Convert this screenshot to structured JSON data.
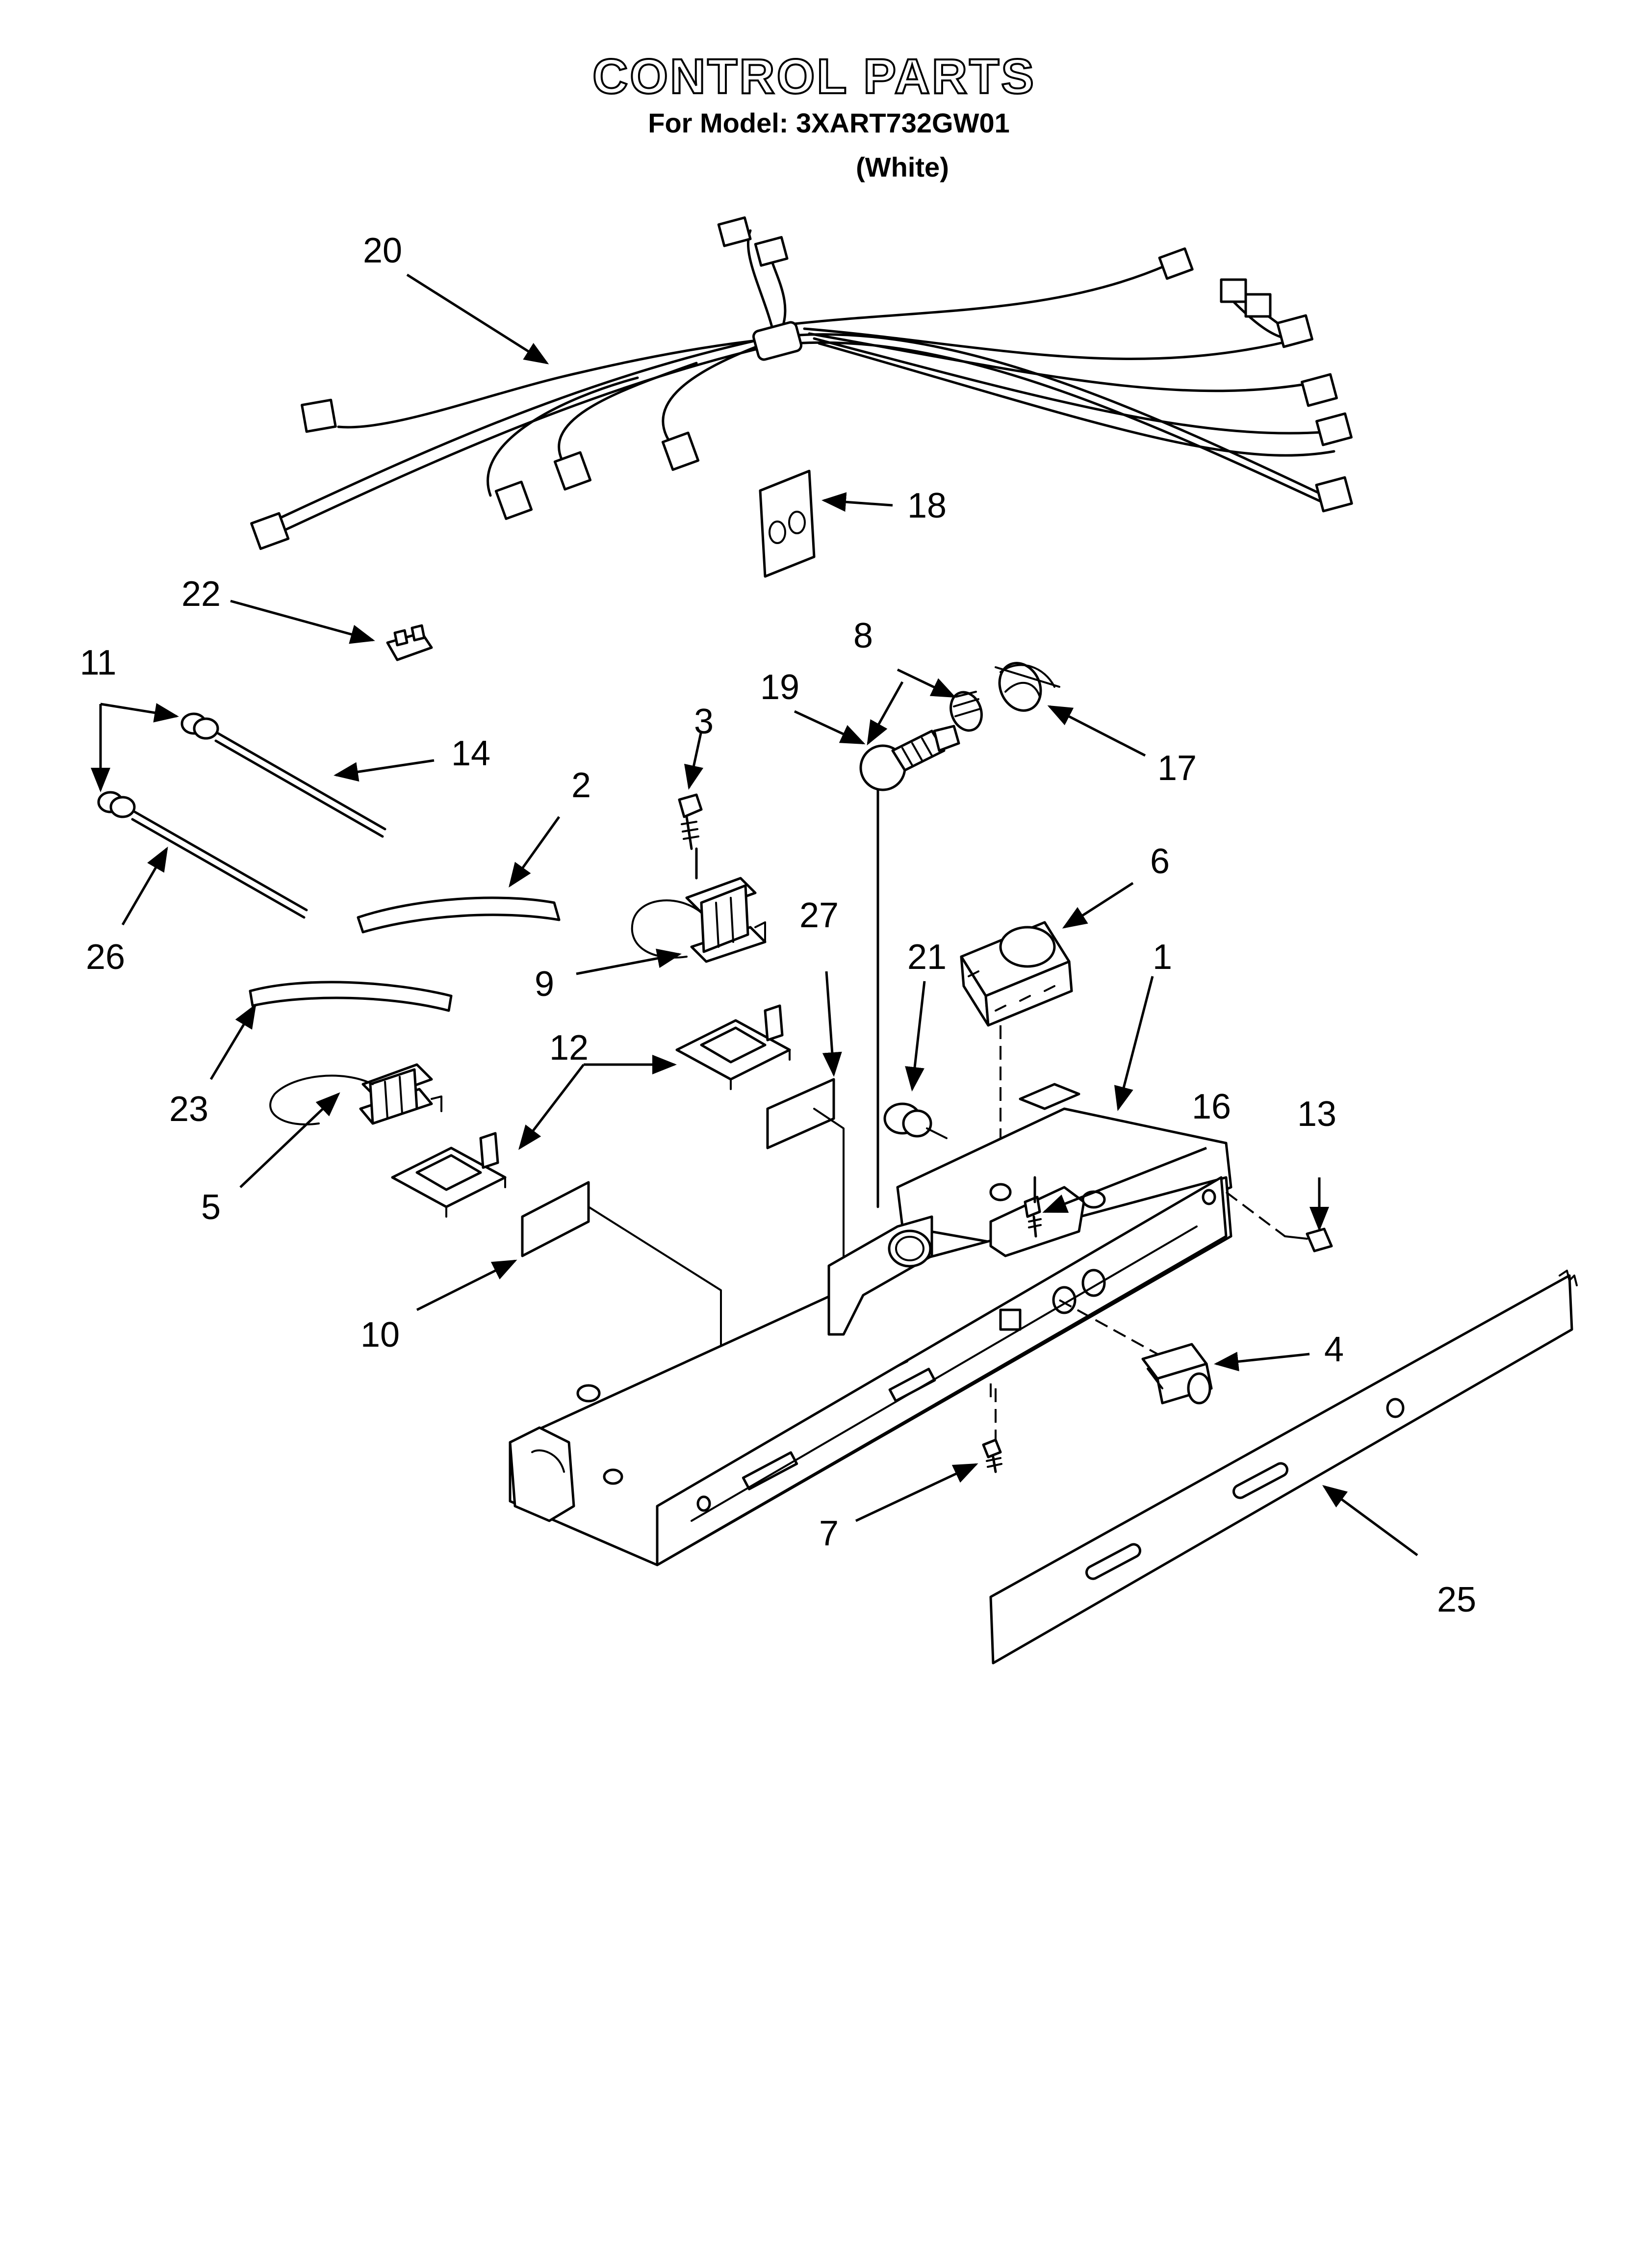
{
  "header": {
    "title": "CONTROL PARTS",
    "model_line": "For Model: 3XART732GW01",
    "color_line": "(White)"
  },
  "callouts": {
    "c1": "1",
    "c2": "2",
    "c3": "3",
    "c4": "4",
    "c5": "5",
    "c6": "6",
    "c7": "7",
    "c8": "8",
    "c9": "9",
    "c10": "10",
    "c11": "11",
    "c12": "12",
    "c13": "13",
    "c14": "14",
    "c16": "16",
    "c17": "17",
    "c18": "18",
    "c19": "19",
    "c20": "20",
    "c21": "21",
    "c22": "22",
    "c23": "23",
    "c25": "25",
    "c26": "26",
    "c27": "27"
  }
}
